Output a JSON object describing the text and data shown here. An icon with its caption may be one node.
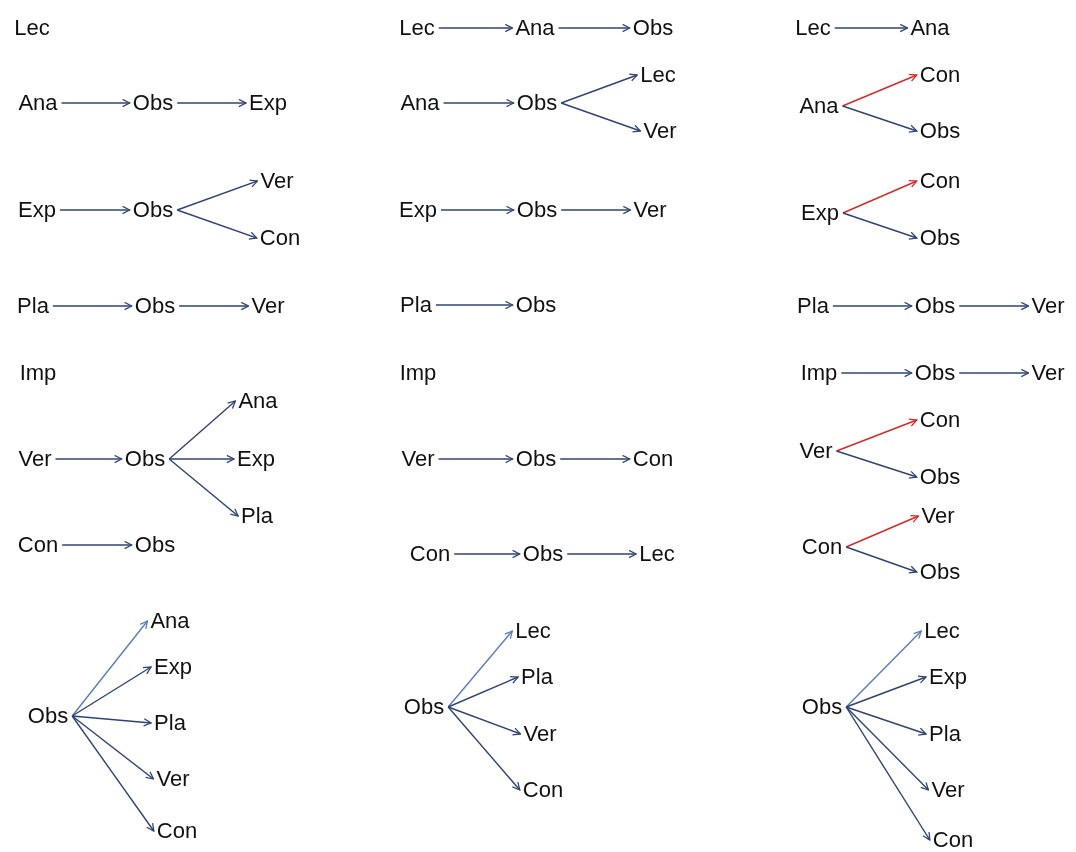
{
  "diagram": {
    "nodes": [
      {
        "text": [
          "Lec"
        ]
      },
      {
        "text": [
          "Ana"
        ]
      },
      {
        "text": [
          "Obs"
        ]
      },
      {
        "text": [
          "Exp"
        ]
      },
      {
        "text": [
          "Exp"
        ]
      },
      {
        "text": [
          "Obs"
        ]
      },
      {
        "text": [
          "Ver"
        ]
      },
      {
        "text": [
          "Con"
        ]
      },
      {
        "text": [
          "Pla"
        ]
      },
      {
        "text": [
          "Obs"
        ]
      },
      {
        "text": [
          "Ver"
        ]
      },
      {
        "text": [
          "Imp"
        ]
      },
      {
        "text": [
          "Ver"
        ]
      },
      {
        "text": [
          "Obs"
        ]
      },
      {
        "text": [
          "Ana"
        ]
      },
      {
        "text": [
          "Exp"
        ]
      },
      {
        "text": [
          "Pla"
        ]
      },
      {
        "text": [
          "Con"
        ]
      },
      {
        "text": [
          "Obs"
        ]
      },
      {
        "text": [
          "Obs"
        ]
      },
      {
        "text": [
          "Ana"
        ]
      },
      {
        "text": [
          "Exp"
        ]
      },
      {
        "text": [
          "Pla"
        ]
      },
      {
        "text": [
          "Ver"
        ]
      },
      {
        "text": [
          "Con"
        ]
      },
      {
        "text": [
          "Lec"
        ]
      },
      {
        "text": [
          "Ana"
        ]
      },
      {
        "text": [
          "Obs"
        ]
      },
      {
        "text": [
          "Ana"
        ]
      },
      {
        "text": [
          "Obs"
        ]
      },
      {
        "text": [
          "Lec"
        ]
      },
      {
        "text": [
          "Ver"
        ]
      },
      {
        "text": [
          "Exp"
        ]
      },
      {
        "text": [
          "Obs"
        ]
      },
      {
        "text": [
          "Ver"
        ]
      },
      {
        "text": [
          "Pla"
        ]
      },
      {
        "text": [
          "Obs"
        ]
      },
      {
        "text": [
          "Imp"
        ]
      },
      {
        "text": [
          "Ver"
        ]
      },
      {
        "text": [
          "Obs"
        ]
      },
      {
        "text": [
          "Con"
        ]
      },
      {
        "text": [
          "Con"
        ]
      },
      {
        "text": [
          "Obs"
        ]
      },
      {
        "text": [
          "Lec"
        ]
      },
      {
        "text": [
          "Obs"
        ]
      },
      {
        "text": [
          "Lec"
        ]
      },
      {
        "text": [
          "Pla"
        ]
      },
      {
        "text": [
          "Ver"
        ]
      },
      {
        "text": [
          "Con"
        ]
      },
      {
        "text": [
          "Lec"
        ]
      },
      {
        "text": [
          "Ana"
        ]
      },
      {
        "text": [
          "Ana"
        ]
      },
      {
        "text": [
          "Con"
        ]
      },
      {
        "text": [
          "Obs"
        ]
      },
      {
        "text": [
          "Exp"
        ]
      },
      {
        "text": [
          "Con"
        ]
      },
      {
        "text": [
          "Obs"
        ]
      },
      {
        "text": [
          "Pla"
        ]
      },
      {
        "text": [
          "Obs"
        ]
      },
      {
        "text": [
          "Ver"
        ]
      },
      {
        "text": [
          "Imp"
        ]
      },
      {
        "text": [
          "Obs"
        ]
      },
      {
        "text": [
          "Ver"
        ]
      },
      {
        "text": [
          "Ver"
        ]
      },
      {
        "text": [
          "Con"
        ]
      },
      {
        "text": [
          "Obs"
        ]
      },
      {
        "text": [
          "Con"
        ]
      },
      {
        "text": [
          "Ver"
        ]
      },
      {
        "text": [
          "Obs"
        ]
      },
      {
        "text": [
          "Obs"
        ]
      },
      {
        "text": [
          "Lec"
        ]
      },
      {
        "text": [
          "Exp"
        ]
      },
      {
        "text": [
          "Pla"
        ]
      },
      {
        "text": [
          "Ver"
        ]
      },
      {
        "text": [
          "Con"
        ]
      }
    ],
    "edges": [
      {
        "from": 1,
        "to": 2,
        "arrow": "to"
      },
      {
        "from": 2,
        "to": 3,
        "arrow": "to"
      },
      {
        "from": 4,
        "to": 5,
        "arrow": "to"
      },
      {
        "from": 5,
        "to": 6,
        "arrow": "to"
      },
      {
        "from": 5,
        "to": 7,
        "arrow": "to"
      },
      {
        "from": 8,
        "to": 9,
        "arrow": "to"
      },
      {
        "from": 9,
        "to": 10,
        "arrow": "to"
      },
      {
        "from": 12,
        "to": 13,
        "arrow": "to"
      },
      {
        "from": 13,
        "to": 14,
        "arrow": "to"
      },
      {
        "from": 13,
        "to": 15,
        "arrow": "to"
      },
      {
        "from": 13,
        "to": 16,
        "arrow": "to"
      },
      {
        "from": 17,
        "to": 18,
        "arrow": "to"
      },
      {
        "from": 19,
        "to": 20,
        "arrow": "to",
        "color": "#5a7db5"
      },
      {
        "from": 19,
        "to": 21,
        "arrow": "to"
      },
      {
        "from": 19,
        "to": 22,
        "arrow": "to"
      },
      {
        "from": 19,
        "to": 23,
        "arrow": "to"
      },
      {
        "from": 19,
        "to": 24,
        "arrow": "to"
      },
      {
        "from": 25,
        "to": 26,
        "arrow": "to"
      },
      {
        "from": 26,
        "to": 27,
        "arrow": "to"
      },
      {
        "from": 28,
        "to": 29,
        "arrow": "to"
      },
      {
        "from": 29,
        "to": 30,
        "arrow": "to"
      },
      {
        "from": 29,
        "to": 31,
        "arrow": "to"
      },
      {
        "from": 32,
        "to": 33,
        "arrow": "to"
      },
      {
        "from": 33,
        "to": 34,
        "arrow": "to"
      },
      {
        "from": 35,
        "to": 36,
        "arrow": "to"
      },
      {
        "from": 38,
        "to": 39,
        "arrow": "to"
      },
      {
        "from": 39,
        "to": 40,
        "arrow": "to"
      },
      {
        "from": 41,
        "to": 42,
        "arrow": "to"
      },
      {
        "from": 42,
        "to": 43,
        "arrow": "to"
      },
      {
        "from": 44,
        "to": 45,
        "arrow": "to",
        "color": "#5a7db5"
      },
      {
        "from": 44,
        "to": 46,
        "arrow": "to"
      },
      {
        "from": 44,
        "to": 47,
        "arrow": "to"
      },
      {
        "from": 44,
        "to": 48,
        "arrow": "to"
      },
      {
        "from": 49,
        "to": 50,
        "arrow": "to"
      },
      {
        "from": 51,
        "to": 52,
        "arrow": "to",
        "color": "#d42a2a"
      },
      {
        "from": 51,
        "to": 53,
        "arrow": "to"
      },
      {
        "from": 54,
        "to": 55,
        "arrow": "to",
        "color": "#d42a2a"
      },
      {
        "from": 54,
        "to": 56,
        "arrow": "to"
      },
      {
        "from": 57,
        "to": 58,
        "arrow": "to"
      },
      {
        "from": 58,
        "to": 59,
        "arrow": "to"
      },
      {
        "from": 60,
        "to": 61,
        "arrow": "to"
      },
      {
        "from": 61,
        "to": 62,
        "arrow": "to"
      },
      {
        "from": 63,
        "to": 64,
        "arrow": "to",
        "color": "#d42a2a"
      },
      {
        "from": 63,
        "to": 65,
        "arrow": "to"
      },
      {
        "from": 66,
        "to": 67,
        "arrow": "to",
        "color": "#d42a2a"
      },
      {
        "from": 66,
        "to": 68,
        "arrow": "to"
      },
      {
        "from": 69,
        "to": 70,
        "arrow": "to",
        "color": "#5a7db5"
      },
      {
        "from": 69,
        "to": 71,
        "arrow": "to"
      },
      {
        "from": 69,
        "to": 72,
        "arrow": "to"
      },
      {
        "from": 69,
        "to": 73,
        "arrow": "to"
      },
      {
        "from": 69,
        "to": 74,
        "arrow": "to"
      }
    ]
  }
}
